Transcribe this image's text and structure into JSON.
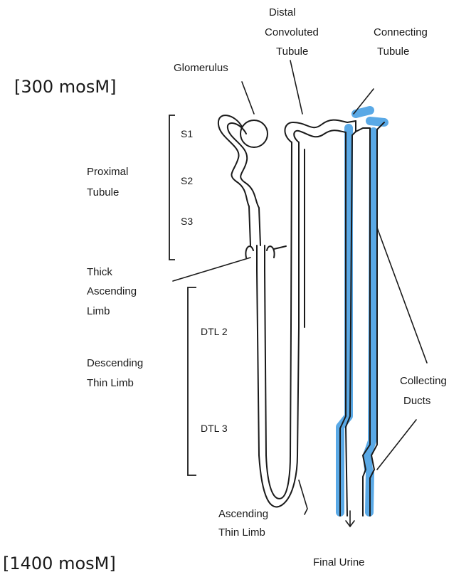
{
  "concentrations": {
    "top": "[300 mosM]",
    "bottom": "[1400 mosM]"
  },
  "labels": {
    "glomerulus": "Glomerulus",
    "distal": [
      "Distal",
      "Convoluted",
      "Tubule"
    ],
    "connecting": [
      "Connecting",
      "Tubule"
    ],
    "proximal": [
      "Proximal",
      "Tubule"
    ],
    "s1": "S1",
    "s2": "S2",
    "s3": "S3",
    "thick_ascending": [
      "Thick",
      "Ascending",
      "Limb"
    ],
    "descending_thin": [
      "Descending",
      "Thin Limb"
    ],
    "dtl2": "DTL 2",
    "dtl3": "DTL 3",
    "ascending_thin": [
      "Ascending",
      "Thin Limb"
    ],
    "collecting": [
      "Collecting",
      "Ducts"
    ],
    "final_urine": "Final Urine"
  },
  "colors": {
    "collecting_duct_highlight": "#5aa9e6",
    "ink": "#1a1a1a"
  }
}
